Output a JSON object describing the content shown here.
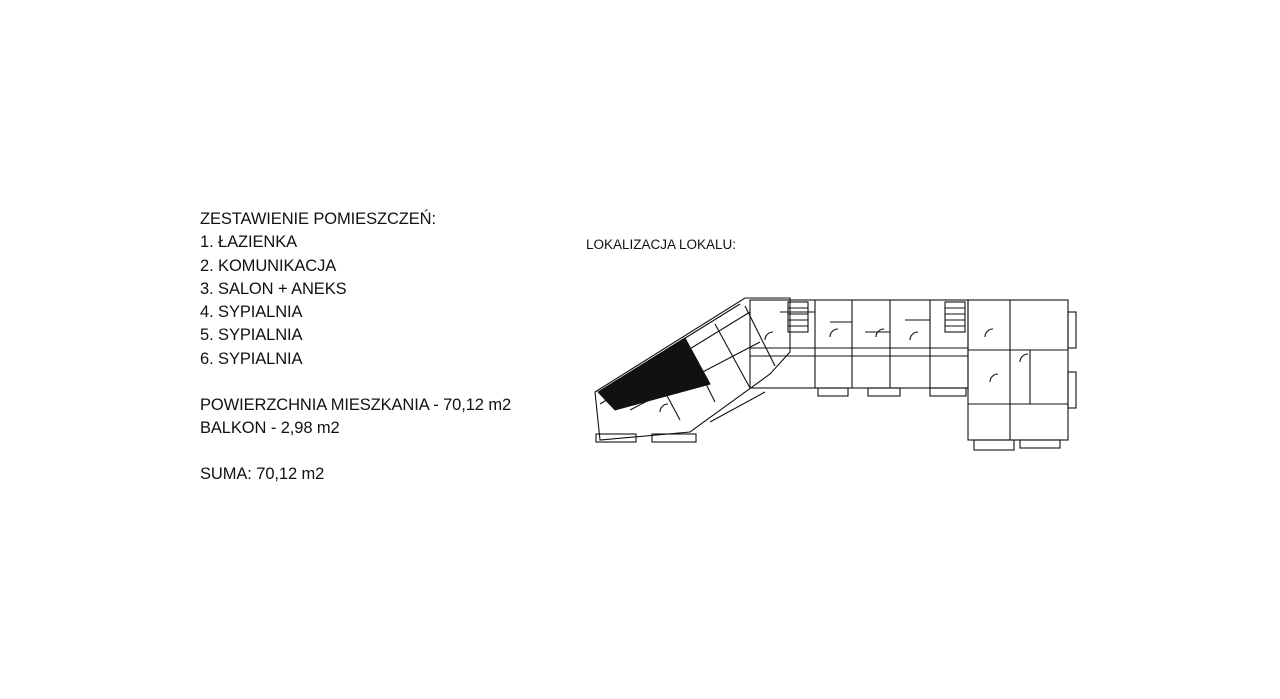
{
  "rooms": {
    "heading": "ZESTAWIENIE POMIESZCZEŃ:",
    "items": [
      "1. ŁAZIENKA",
      "2. KOMUNIKACJA",
      "3. SALON + ANEKS",
      "4. SYPIALNIA",
      "5. SYPIALNIA",
      "6. SYPIALNIA"
    ],
    "area_line": "POWIERZCHNIA MIESZKANIA - 70,12 m2",
    "balcony_line": "BALKON - 2,98 m2",
    "sum_line": "SUMA: 70,12 m2"
  },
  "location": {
    "title": "LOKALIZACJA LOKALU:"
  }
}
